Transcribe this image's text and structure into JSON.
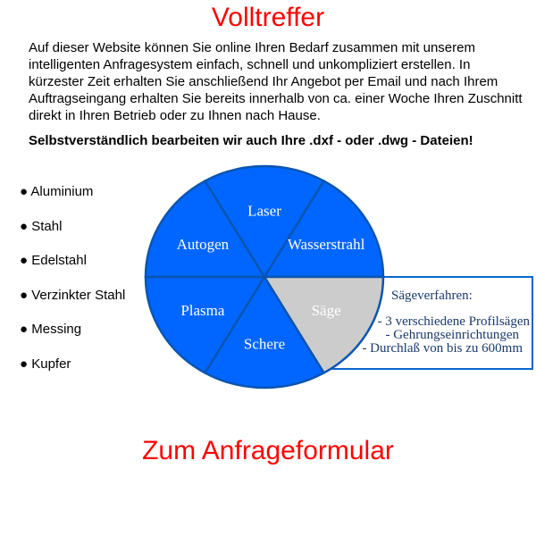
{
  "title": "Volltreffer",
  "intro": "Auf dieser Website können Sie online Ihren Bedarf zusammen mit unserem intelligenten Anfragesystem einfach, schnell und unkompliziert erstellen. In kürzester Zeit erhalten Sie anschließend Ihr Angebot per Email und nach Ihrem Auftragseingang erhalten Sie bereits innerhalb von ca. einer Woche Ihren Zuschnitt direkt in Ihren Betrieb oder zu Ihnen nach Hause.",
  "bold_note": "Selbstverständlich bearbeiten wir auch Ihre .dxf - oder .dwg - Dateien!",
  "materials": [
    "● Aluminium",
    "● Stahl",
    "● Edelstahl",
    "● Verzinkter Stahl",
    "● Messing",
    "● Kupfer"
  ],
  "pie": {
    "segments": [
      "Laser",
      "Wasserstrahl",
      "Säge",
      "Schere",
      "Plasma",
      "Autogen"
    ],
    "highlight": "Säge",
    "colors": {
      "blue": "#0066ff",
      "grey": "#cccccc",
      "line": "#0a55b0"
    }
  },
  "saege_box": {
    "heading": "Sägeverfahren:",
    "items": [
      "- 3 verschiedene Profilsägen",
      "- Gehrungseinrichtungen",
      "- Durchlaß von bis zu 600mm"
    ]
  },
  "cta": "Zum Anfrageformular"
}
